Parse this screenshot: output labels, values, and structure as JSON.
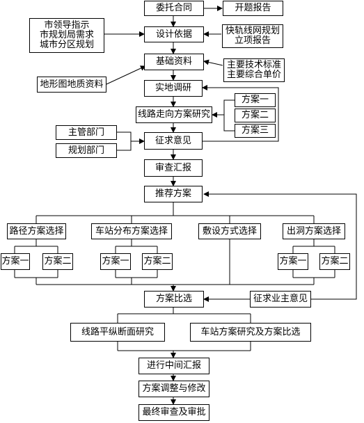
{
  "nodes": {
    "entrust": "委托合同",
    "proposal": "开题报告",
    "basis": "设计依据",
    "leader_lines": [
      "市领导指示",
      "市规划局需求",
      "城市分区规划"
    ],
    "railplan_lines": [
      "快轨线网规划",
      "立项报告"
    ],
    "basic_data": "基础资料",
    "tech_lines": [
      "主要技术标准",
      "主要综合单价"
    ],
    "topo": "地形图地质资料",
    "survey": "实地调研",
    "scheme1": "方案一",
    "scheme2": "方案二",
    "scheme3": "方案三",
    "route_study": "线路走向方案研究",
    "dept_main": "主管部门",
    "dept_plan": "规划部门",
    "opinion": "征求意见",
    "review_report": "审查汇报",
    "recommend": "推荐方案",
    "route_select": "路径方案选择",
    "station_select": "车站分布方案选择",
    "laying_select": "敷设方式选择",
    "portal_select": "出洞方案选择",
    "opt1": "方案一",
    "opt2": "方案二",
    "compare": "方案比选",
    "owner_opinion": "征求业主意见",
    "profile_study": "线路平纵断面研究",
    "station_study": "车站方案研究及方案比选",
    "interim": "进行中间汇报",
    "adjust": "方案调整与修改",
    "final": "最终审查及审批"
  }
}
